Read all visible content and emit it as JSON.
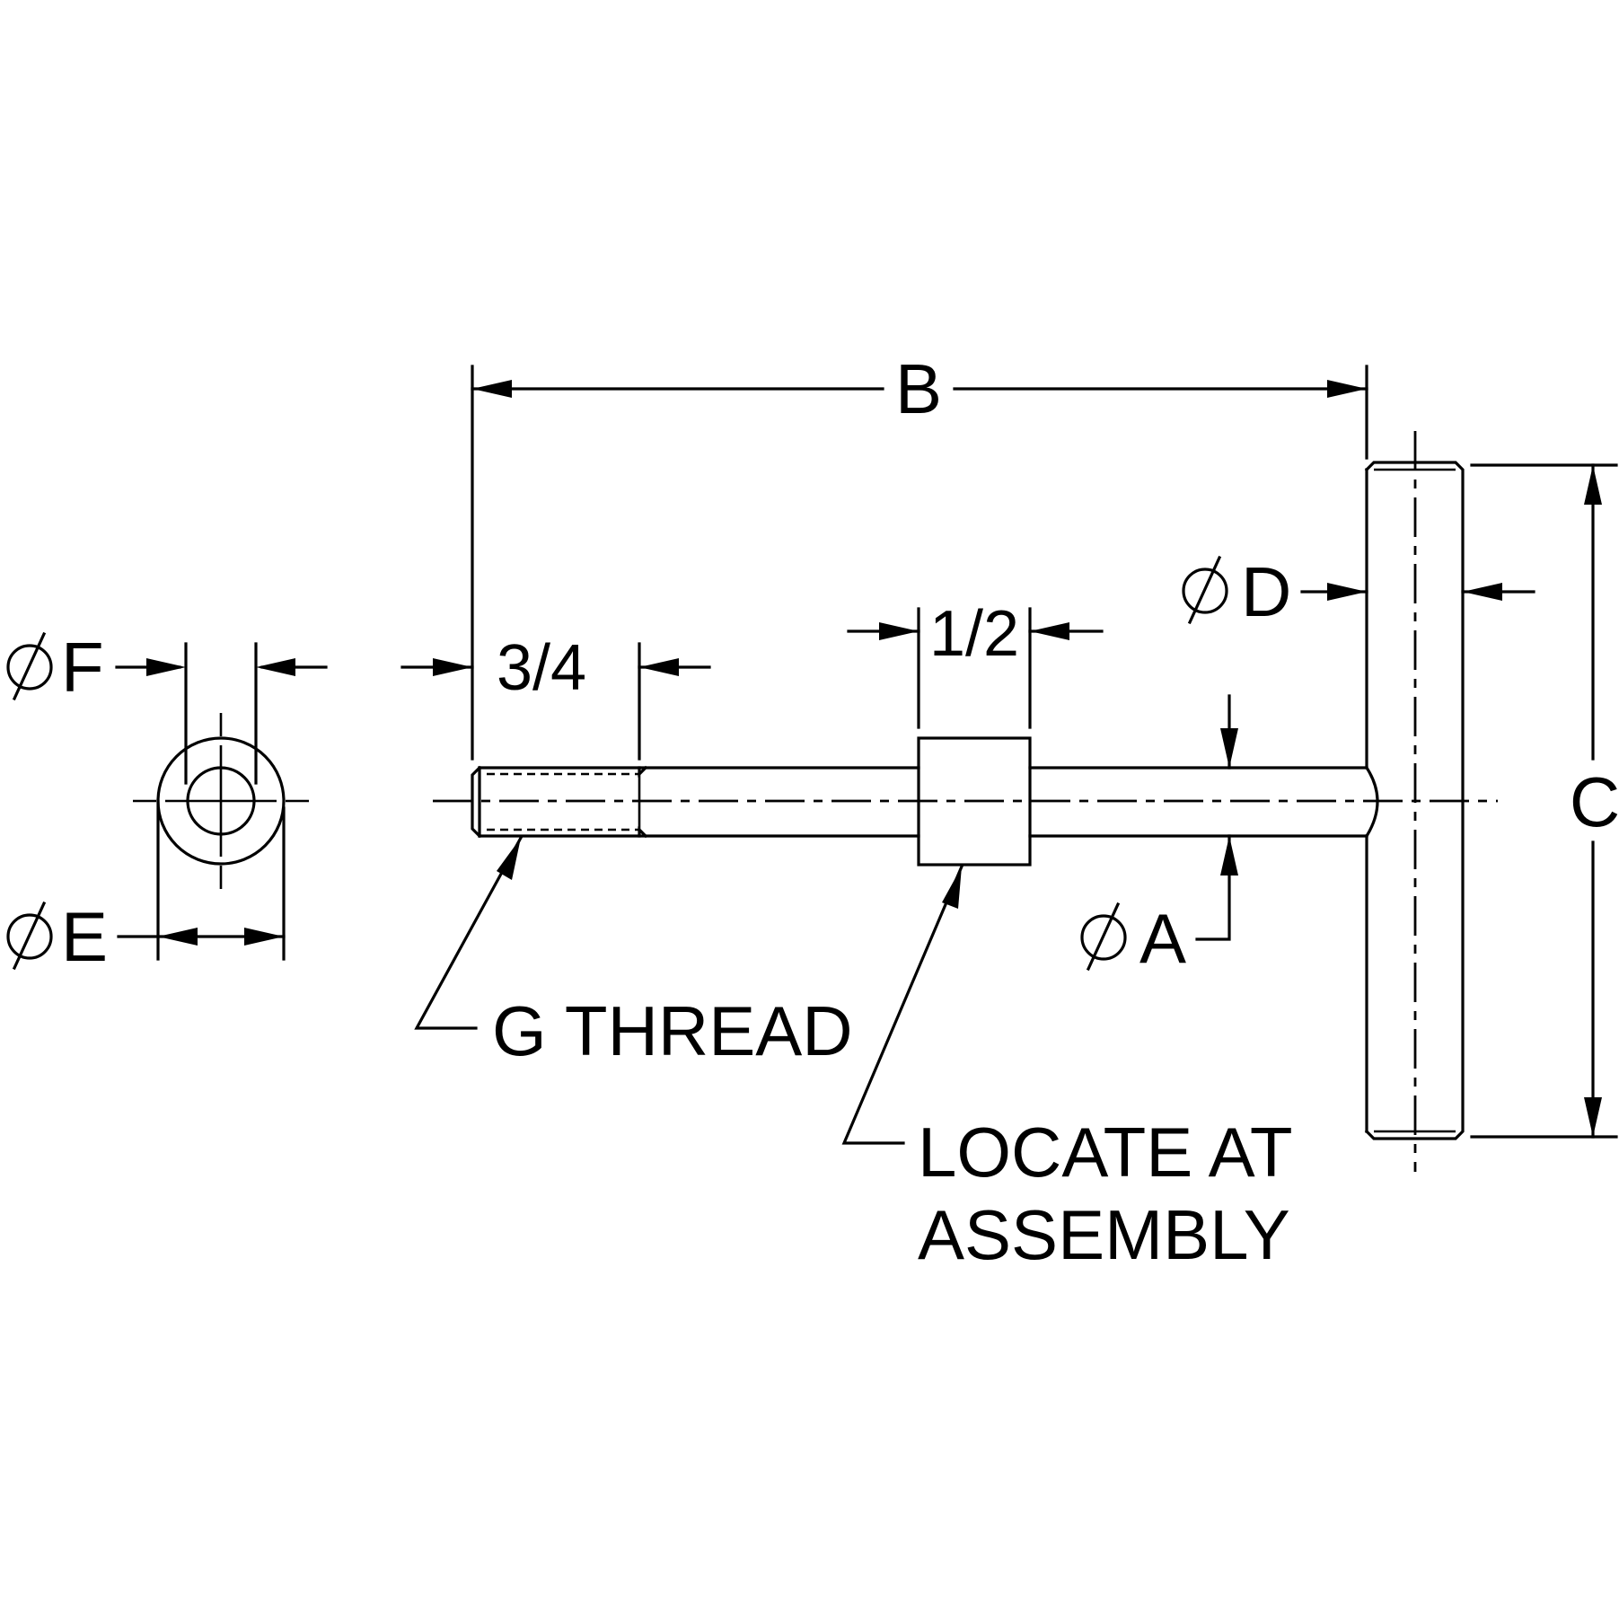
{
  "labels": {
    "dim_b": "B",
    "dim_c": "C",
    "dim_d": "D",
    "dim_a": "A",
    "dim_e": "E",
    "dim_f": "F",
    "thread_length": "3/4",
    "collar_width": "1/2",
    "thread_note": "G THREAD",
    "locate_line1": "LOCATE AT",
    "locate_line2": "ASSEMBLY"
  },
  "symbols": {
    "diameter": "diameter-symbol"
  }
}
